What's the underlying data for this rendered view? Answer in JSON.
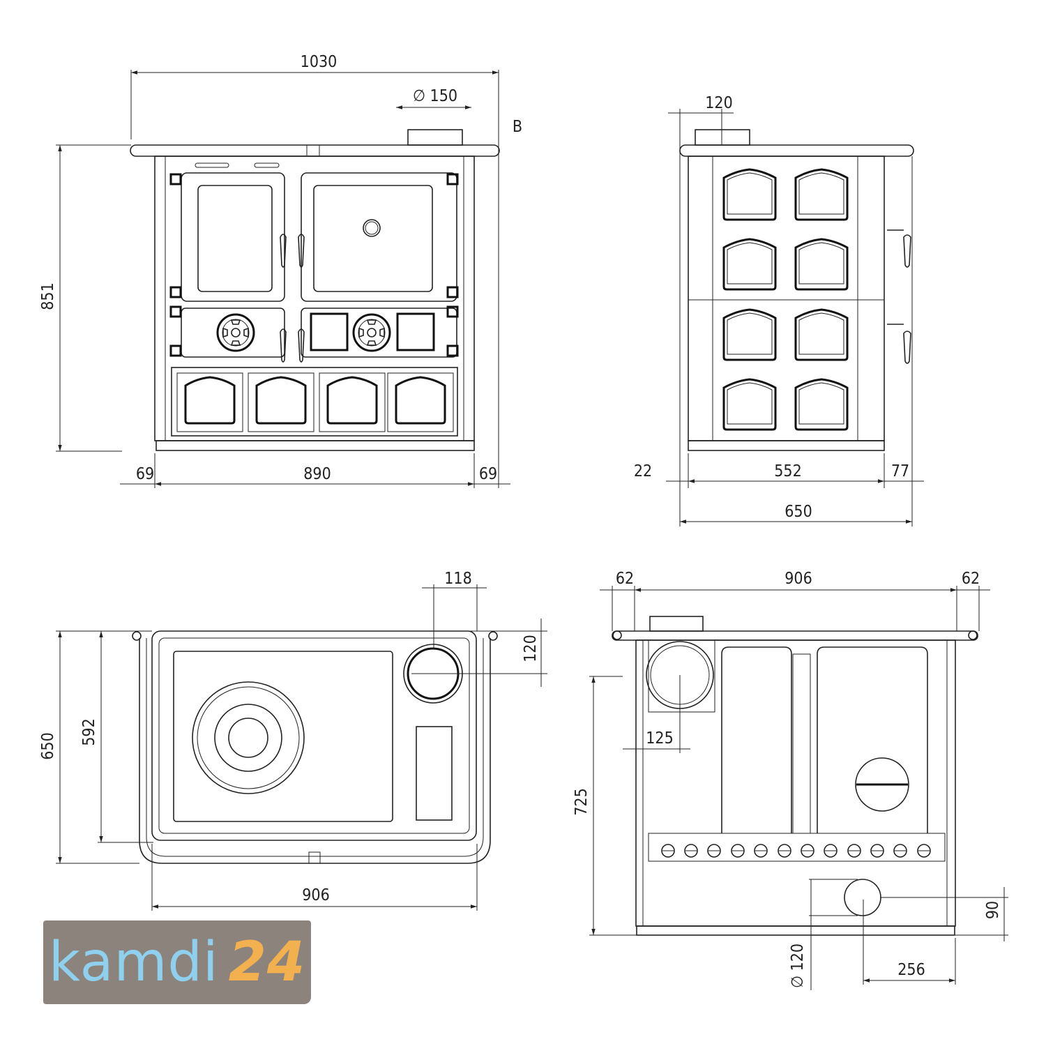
{
  "front_view": {
    "width_total": "1030",
    "flue_diameter": "∅ 150",
    "view_letter": "B",
    "height": "851",
    "side_left": "69",
    "inner_width": "890",
    "side_right": "69"
  },
  "side_view": {
    "flue_offset": "120",
    "left": "22",
    "body": "552",
    "right": "77",
    "depth": "650"
  },
  "top_view": {
    "flue_dist": "118",
    "flue_depth": "120",
    "depth_total": "650",
    "depth_inner": "592",
    "width": "906"
  },
  "rear_view": {
    "left": "62",
    "width": "906",
    "right": "62",
    "flue_x": "125",
    "flue_height": "725",
    "air_height": "90",
    "air_diameter": "∅ 120",
    "air_offset": "256"
  },
  "logo": {
    "word": "kamdi",
    "number": "24",
    "colors": {
      "word": "#8fd0ee",
      "number": "#f2b04f",
      "background": "#8c847c"
    }
  }
}
